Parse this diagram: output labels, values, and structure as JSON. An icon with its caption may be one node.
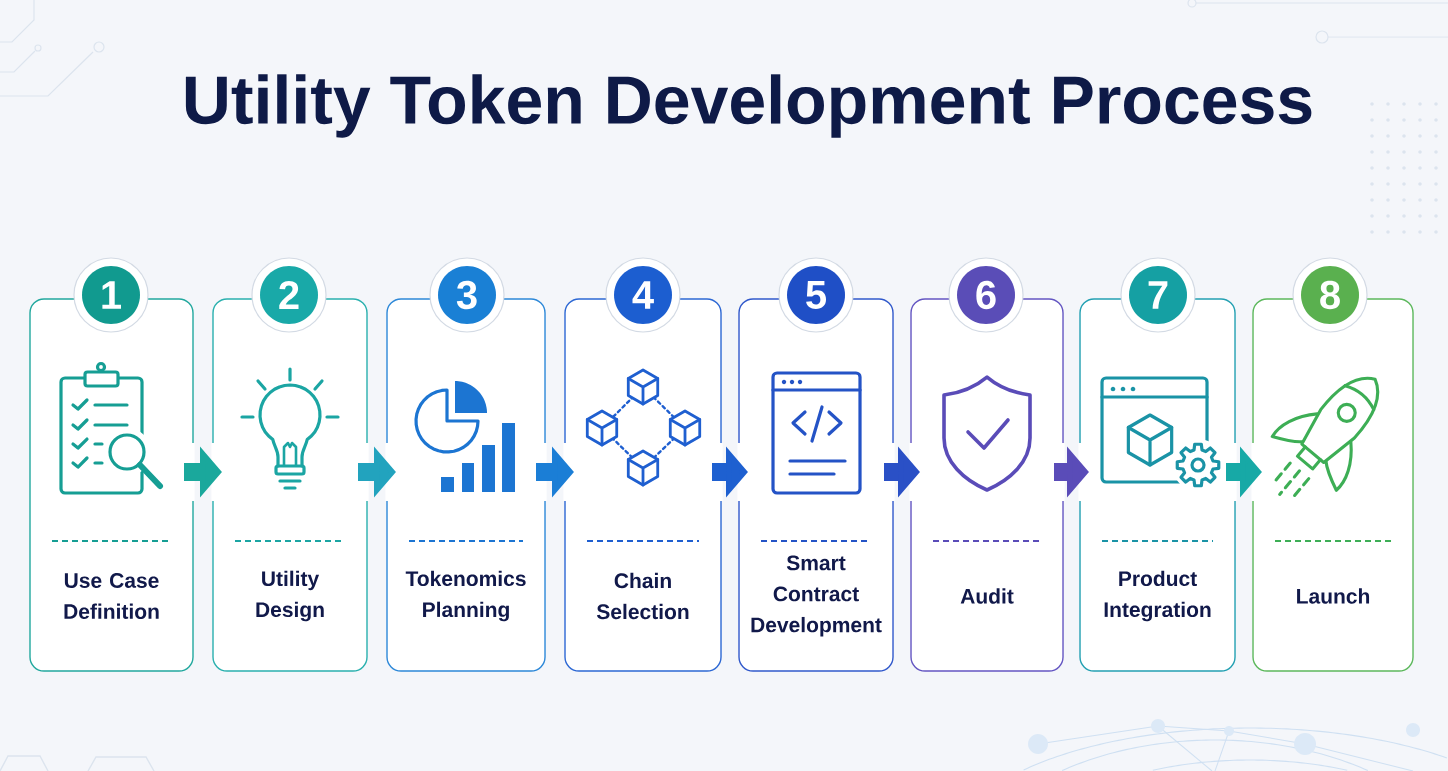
{
  "diagram": {
    "title": "Utility Token Development Process",
    "nodes": [
      {
        "text": [
          "1"
        ]
      },
      {
        "text": [
          "Use Case Definition"
        ]
      },
      {
        "text": [
          "2"
        ]
      },
      {
        "text": [
          "Utility Design"
        ]
      },
      {
        "text": [
          "3"
        ]
      },
      {
        "text": [
          "Tokenomics Planning"
        ]
      },
      {
        "text": [
          "4"
        ]
      },
      {
        "text": [
          "Chain Selection"
        ]
      },
      {
        "text": [
          "5"
        ]
      },
      {
        "text": [
          "Smart Contract Development"
        ]
      },
      {
        "text": [
          "6"
        ]
      },
      {
        "text": [
          "Audit"
        ]
      },
      {
        "text": [
          "7"
        ]
      },
      {
        "text": [
          "Product Integration"
        ]
      },
      {
        "text": [
          "8"
        ]
      },
      {
        "text": [
          "Launch"
        ]
      }
    ],
    "edges": [
      {
        "from": 1,
        "to": 3,
        "arrow": "to",
        "color": "#1aa89c"
      },
      {
        "from": 3,
        "to": 5,
        "arrow": "to",
        "color": "#22a3be"
      },
      {
        "from": 5,
        "to": 7,
        "arrow": "to",
        "color": "#1b7ed6"
      },
      {
        "from": 7,
        "to": 9,
        "arrow": "to",
        "color": "#1e60d0"
      },
      {
        "from": 9,
        "to": 11,
        "arrow": "to",
        "color": "#2a50c6"
      },
      {
        "from": 11,
        "to": 13,
        "arrow": "to",
        "color": "#5a4cb8"
      },
      {
        "from": 13,
        "to": 15,
        "arrow": "to",
        "color": "#17a9a6"
      }
    ]
  }
}
